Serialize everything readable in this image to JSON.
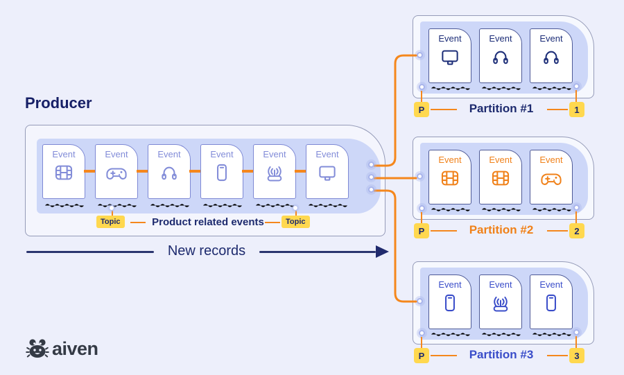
{
  "producer": {
    "title": "Producer",
    "cards": [
      {
        "label": "Event",
        "icon": "film"
      },
      {
        "label": "Event",
        "icon": "gamepad"
      },
      {
        "label": "Event",
        "icon": "headphones"
      },
      {
        "label": "Event",
        "icon": "phone"
      },
      {
        "label": "Event",
        "icon": "router"
      },
      {
        "label": "Event",
        "icon": "monitor"
      }
    ],
    "topic_left": "Topic",
    "topic_right": "Topic",
    "events_label": "Product related events",
    "new_records_label": "New records"
  },
  "partitions": [
    {
      "title": "Partition #1",
      "key_badge": "P",
      "number_badge": "1",
      "accent": "#1d2e78",
      "cards": [
        {
          "label": "Event",
          "icon": "monitor"
        },
        {
          "label": "Event",
          "icon": "headphones"
        },
        {
          "label": "Event",
          "icon": "headphones"
        }
      ]
    },
    {
      "title": "Partition #2",
      "key_badge": "P",
      "number_badge": "2",
      "accent": "#f08119",
      "cards": [
        {
          "label": "Event",
          "icon": "film"
        },
        {
          "label": "Event",
          "icon": "film"
        },
        {
          "label": "Event",
          "icon": "gamepad"
        }
      ]
    },
    {
      "title": "Partition #3",
      "key_badge": "P",
      "number_badge": "3",
      "accent": "#3a4dc9",
      "cards": [
        {
          "label": "Event",
          "icon": "phone"
        },
        {
          "label": "Event",
          "icon": "router"
        },
        {
          "label": "Event",
          "icon": "phone"
        }
      ]
    }
  ],
  "logo": {
    "brand": "aiven"
  },
  "colors": {
    "background": "#edeffb",
    "panel_blue": "#cdd7f8",
    "box_fill": "#f4f5fd",
    "box_border": "#959bb8",
    "producer_card_accent": "#828cd8",
    "partition_card_border": "#4d5996",
    "navy": "#1d2a6e",
    "connector_orange": "#f5871c",
    "badge_yellow": "#ffd84f",
    "partition1_accent": "#1d2e78",
    "partition2_accent": "#f08119",
    "partition3_accent": "#3a4dc9",
    "logo_dark": "#343a45"
  }
}
